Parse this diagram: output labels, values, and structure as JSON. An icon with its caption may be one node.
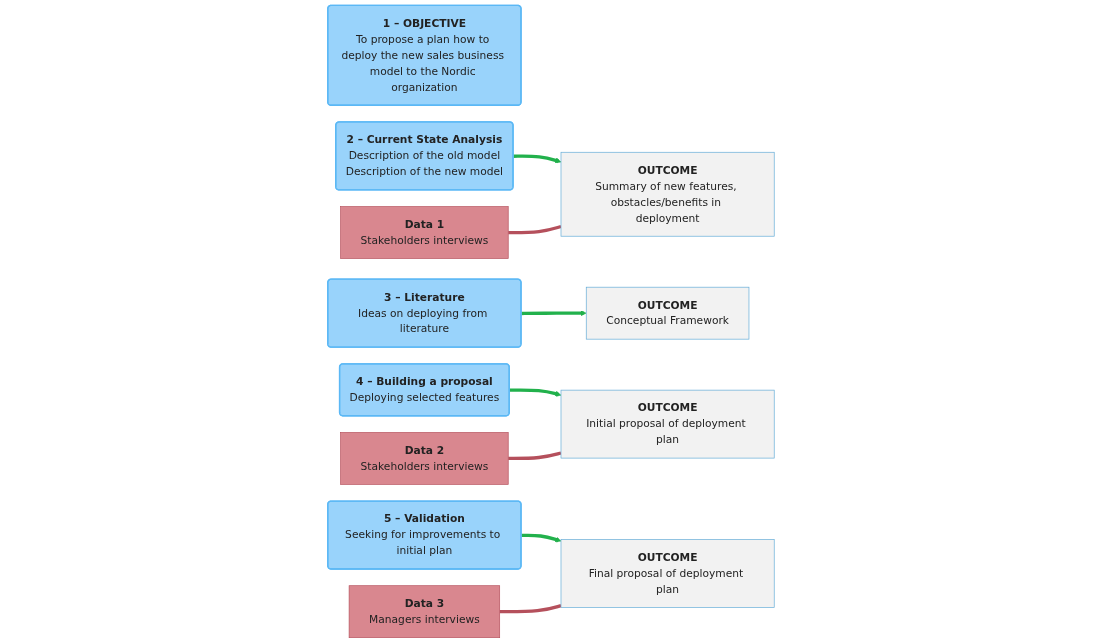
{
  "diagram": {
    "nodes": [
      {
        "text": [
          "1 – OBJECTIVE",
          "To propose a plan how to deploy the new sales business model to the Nordic organization"
        ]
      },
      {
        "text": [
          "2 – Current State Analysis",
          "Description of the old model",
          "Description of the new model"
        ]
      },
      {
        "text": [
          "OUTCOME",
          "Summary of new features, obstacles/benefits in deployment"
        ]
      },
      {
        "text": [
          "Data 1",
          "Stakeholders interviews"
        ]
      },
      {
        "text": [
          "3 – Literature",
          "Ideas on deploying from literature"
        ]
      },
      {
        "text": [
          "OUTCOME",
          "Conceptual Framework"
        ]
      },
      {
        "text": [
          "4 – Building a proposal",
          "Deploying selected features"
        ]
      },
      {
        "text": [
          "OUTCOME",
          "Initial proposal of deployment plan"
        ]
      },
      {
        "text": [
          "Data 2",
          "Stakeholders interviews"
        ]
      },
      {
        "text": [
          "5 – Validation",
          "Seeking for improvements to initial plan"
        ]
      },
      {
        "text": [
          "OUTCOME",
          "Final proposal of deployment plan"
        ]
      },
      {
        "text": [
          "Data 3",
          "Managers interviews"
        ]
      }
    ],
    "edges": [
      {
        "from": 1,
        "to": 2,
        "arrow": "to"
      },
      {
        "from": 3,
        "to": 2,
        "arrow": "none",
        "color": "#b5505c"
      },
      {
        "from": 4,
        "to": 5,
        "arrow": "to"
      },
      {
        "from": 6,
        "to": 7,
        "arrow": "to"
      },
      {
        "from": 8,
        "to": 7,
        "arrow": "none",
        "color": "#b5505c"
      },
      {
        "from": 9,
        "to": 10,
        "arrow": "to"
      },
      {
        "from": 11,
        "to": 10,
        "arrow": "none",
        "color": "#b5505c"
      }
    ]
  }
}
